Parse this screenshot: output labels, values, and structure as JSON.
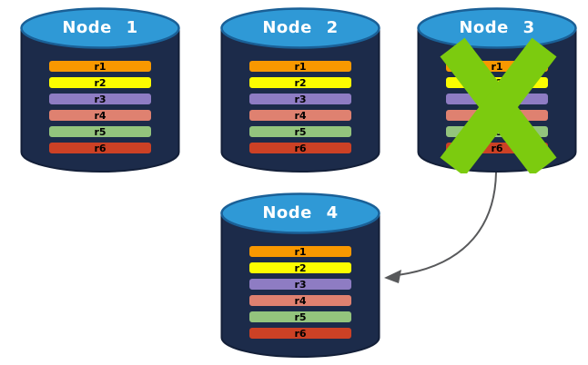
{
  "diagram": {
    "nodes": [
      {
        "id": "node-1",
        "title": "Node 1",
        "rows": [
          {
            "label": "r1",
            "color": "#F89800"
          },
          {
            "label": "r2",
            "color": "#FCFC00"
          },
          {
            "label": "r3",
            "color": "#8E7CC3"
          },
          {
            "label": "r4",
            "color": "#DF8170"
          },
          {
            "label": "r5",
            "color": "#93C47D"
          },
          {
            "label": "r6",
            "color": "#CC4125"
          }
        ]
      },
      {
        "id": "node-2",
        "title": "Node 2",
        "rows": [
          {
            "label": "r1",
            "color": "#F89800"
          },
          {
            "label": "r2",
            "color": "#FCFC00"
          },
          {
            "label": "r3",
            "color": "#8E7CC3"
          },
          {
            "label": "r4",
            "color": "#DF8170"
          },
          {
            "label": "r5",
            "color": "#93C47D"
          },
          {
            "label": "r6",
            "color": "#CC4125"
          }
        ]
      },
      {
        "id": "node-3",
        "title": "Node 3",
        "crossed_out": true,
        "rows": [
          {
            "label": "r1",
            "color": "#F89800"
          },
          {
            "label": "r2",
            "color": "#FCFC00"
          },
          {
            "label": "r3",
            "color": "#8E7CC3"
          },
          {
            "label": "r4",
            "color": "#DF8170"
          },
          {
            "label": "r5",
            "color": "#93C47D"
          },
          {
            "label": "r6",
            "color": "#CC4125"
          }
        ]
      },
      {
        "id": "node-4",
        "title": "Node 4",
        "rows": [
          {
            "label": "r1",
            "color": "#F89800"
          },
          {
            "label": "r2",
            "color": "#FCFC00"
          },
          {
            "label": "r3",
            "color": "#8E7CC3"
          },
          {
            "label": "r4",
            "color": "#DF8170"
          },
          {
            "label": "r5",
            "color": "#93C47D"
          },
          {
            "label": "r6",
            "color": "#CC4125"
          }
        ]
      }
    ],
    "arrow": {
      "from": "Node 3",
      "to": "Node 4"
    },
    "styles": {
      "cylinder_body_color": "#1C2B4A",
      "cylinder_outline_color": "#131F38",
      "cylinder_top_color": "#2F99D6",
      "cylinder_top_outline_color": "#1A6097",
      "row_border_color": "#1C2B4A",
      "row_text_color": "#000000",
      "title_text_color": "#FFFFFF",
      "cross_color": "#7CCB0F",
      "arrow_color": "#58595B"
    }
  }
}
